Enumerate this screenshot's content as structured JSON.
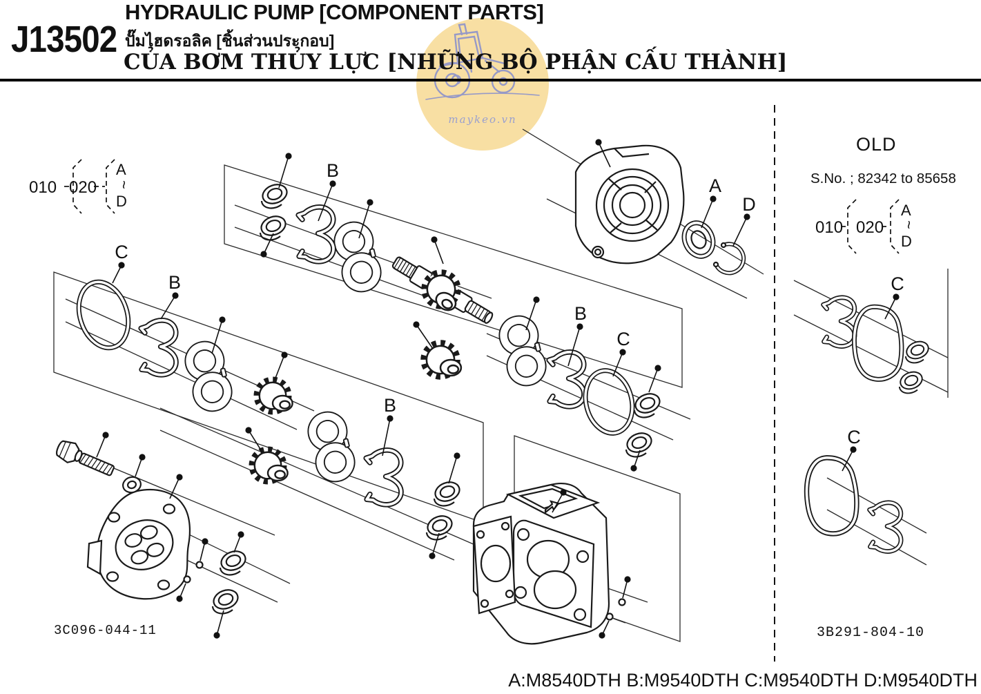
{
  "page": {
    "code": "J13502",
    "title_en": "HYDRAULIC PUMP [COMPONENT PARTS]",
    "title_th": "ปั๊มไฮดรอลิค [ชิ้นส่วนประกอบ]",
    "title_vi": "CỦA BƠM THỦY LỰC [NHỮNG BỘ PHẬN CẤU THÀNH]"
  },
  "watermark": {
    "site": "maykeo.vn",
    "circle_color": "#F8DFA3",
    "line_color": "#8C92CB"
  },
  "refs": {
    "main": {
      "item_a": "010",
      "item_b": "020",
      "from": "A",
      "tilde": "~",
      "to": "D"
    },
    "old": {
      "item_a": "010",
      "item_b": "020",
      "from": "A",
      "tilde": "~",
      "to": "D"
    }
  },
  "callouts": {
    "main": [
      "C",
      "B",
      "B",
      "A",
      "D",
      "B",
      "C",
      "B"
    ],
    "old": [
      "C",
      "C"
    ]
  },
  "old_section": {
    "heading": "OLD",
    "serial_note": "S.No. ; 82342 to 85658",
    "drawing_number": "3B291-804-10"
  },
  "main_drawing_number": "3C096-044-11",
  "footer": {
    "model_key": "A:M8540DTH B:M9540DTH C:M9540DTH D:M9540DTH"
  },
  "colors": {
    "ink": "#1a1a1a"
  }
}
